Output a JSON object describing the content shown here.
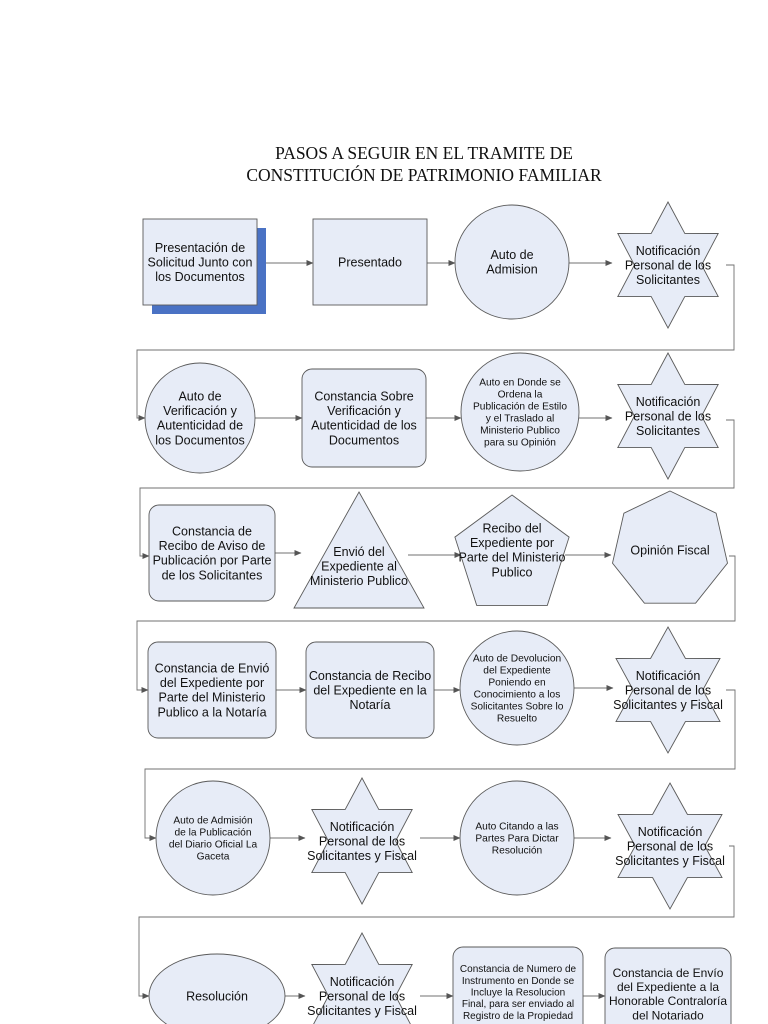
{
  "title": {
    "line1": "PASOS A SEGUIR EN EL TRAMITE DE",
    "line2": "CONSTITUCIÓN DE PATRIMONIO FAMILIAR"
  },
  "steps": [
    {
      "id": "s1",
      "shape": "rect-shadow",
      "lines": [
        "Presentación de",
        "Solicitud Junto con",
        "los Documentos"
      ]
    },
    {
      "id": "s2",
      "shape": "rect",
      "lines": [
        "Presentado"
      ]
    },
    {
      "id": "s3",
      "shape": "circle",
      "lines": [
        "Auto de",
        "Admision"
      ]
    },
    {
      "id": "s4",
      "shape": "star",
      "lines": [
        "Notificación",
        "Personal de los",
        "Solicitantes"
      ]
    },
    {
      "id": "s5",
      "shape": "circle",
      "lines": [
        "Auto de",
        "Verificación y",
        "Autenticidad de",
        "los Documentos"
      ]
    },
    {
      "id": "s6",
      "shape": "roundrect",
      "lines": [
        "Constancia Sobre",
        "Verificación y",
        "Autenticidad de los",
        "Documentos"
      ]
    },
    {
      "id": "s7",
      "shape": "circle",
      "lines": [
        "Auto en Donde se",
        "Ordena la",
        "Publicación de Estilo",
        "y el Traslado al",
        "Ministerio Publico",
        "para su Opinión"
      ]
    },
    {
      "id": "s8",
      "shape": "star",
      "lines": [
        "Notificación",
        "Personal de los",
        "Solicitantes"
      ]
    },
    {
      "id": "s9",
      "shape": "roundrect",
      "lines": [
        "Constancia de",
        "Recibo de Aviso de",
        "Publicación por Parte",
        "de los Solicitantes"
      ]
    },
    {
      "id": "s10",
      "shape": "triangle",
      "lines": [
        "Envió del",
        "Expediente al",
        "Ministerio Publico"
      ]
    },
    {
      "id": "s11",
      "shape": "pentagon",
      "lines": [
        "Recibo del",
        "Expediente por",
        "Parte del Ministerio",
        "Publico"
      ]
    },
    {
      "id": "s12",
      "shape": "heptagon",
      "lines": [
        "Opinión Fiscal"
      ]
    },
    {
      "id": "s13",
      "shape": "roundrect",
      "lines": [
        "Constancia de Envió",
        "del Expediente por",
        "Parte del Ministerio",
        "Publico a la Notaría"
      ]
    },
    {
      "id": "s14",
      "shape": "roundrect",
      "lines": [
        "Constancia de Recibo",
        "del Expediente en la",
        "Notaría"
      ]
    },
    {
      "id": "s15",
      "shape": "circle",
      "lines": [
        "Auto de Devolucion",
        "del Expediente",
        "Poniendo en",
        "Conocimiento a los",
        "Solicitantes Sobre lo",
        "Resuelto"
      ]
    },
    {
      "id": "s16",
      "shape": "star",
      "lines": [
        "Notificación",
        "Personal de los",
        "Solicitantes y Fiscal"
      ]
    },
    {
      "id": "s17",
      "shape": "circle",
      "lines": [
        "Auto de Admisión",
        "de la Publicación",
        "del Diario Oficial La",
        "Gaceta"
      ]
    },
    {
      "id": "s18",
      "shape": "star",
      "lines": [
        "Notificación",
        "Personal de los",
        "Solicitantes y Fiscal"
      ]
    },
    {
      "id": "s19",
      "shape": "circle",
      "lines": [
        "Auto Citando a las",
        "Partes Para Dictar",
        "Resolución"
      ]
    },
    {
      "id": "s20",
      "shape": "star",
      "lines": [
        "Notificación",
        "Personal de los",
        "Solicitantes y Fiscal"
      ]
    },
    {
      "id": "s21",
      "shape": "ellipse",
      "lines": [
        "Resolución"
      ]
    },
    {
      "id": "s22",
      "shape": "star",
      "lines": [
        "Notificación",
        "Personal de los",
        "Solicitantes y Fiscal"
      ]
    },
    {
      "id": "s23",
      "shape": "roundrect",
      "lines": [
        "Constancia de Numero de",
        "Instrumento en Donde se",
        "Incluye la Resolucion",
        "Final, para ser enviado al",
        "Registro de la Propiedad"
      ]
    },
    {
      "id": "s24",
      "shape": "roundrect",
      "lines": [
        "Constancia de Envío",
        "del Expediente a la",
        "Honorable Contraloría",
        "del Notariado"
      ]
    }
  ],
  "connectors": [
    {
      "from": "s1",
      "to": "s2"
    },
    {
      "from": "s2",
      "to": "s3"
    },
    {
      "from": "s3",
      "to": "s4"
    },
    {
      "from": "s4",
      "to": "s5"
    },
    {
      "from": "s5",
      "to": "s6"
    },
    {
      "from": "s6",
      "to": "s7"
    },
    {
      "from": "s7",
      "to": "s8"
    },
    {
      "from": "s8",
      "to": "s9"
    },
    {
      "from": "s9",
      "to": "s10"
    },
    {
      "from": "s10",
      "to": "s11"
    },
    {
      "from": "s11",
      "to": "s12"
    },
    {
      "from": "s12",
      "to": "s13"
    },
    {
      "from": "s13",
      "to": "s14"
    },
    {
      "from": "s14",
      "to": "s15"
    },
    {
      "from": "s15",
      "to": "s16"
    },
    {
      "from": "s16",
      "to": "s17"
    },
    {
      "from": "s17",
      "to": "s18"
    },
    {
      "from": "s18",
      "to": "s19"
    },
    {
      "from": "s19",
      "to": "s20"
    },
    {
      "from": "s20",
      "to": "s21"
    },
    {
      "from": "s21",
      "to": "s22"
    },
    {
      "from": "s22",
      "to": "s23"
    },
    {
      "from": "s23",
      "to": "s24"
    }
  ],
  "colors": {
    "fill": "#e7ecf7",
    "stroke": "#5a5a5a",
    "shadow": "#4a72c4",
    "connector": "#707070"
  }
}
